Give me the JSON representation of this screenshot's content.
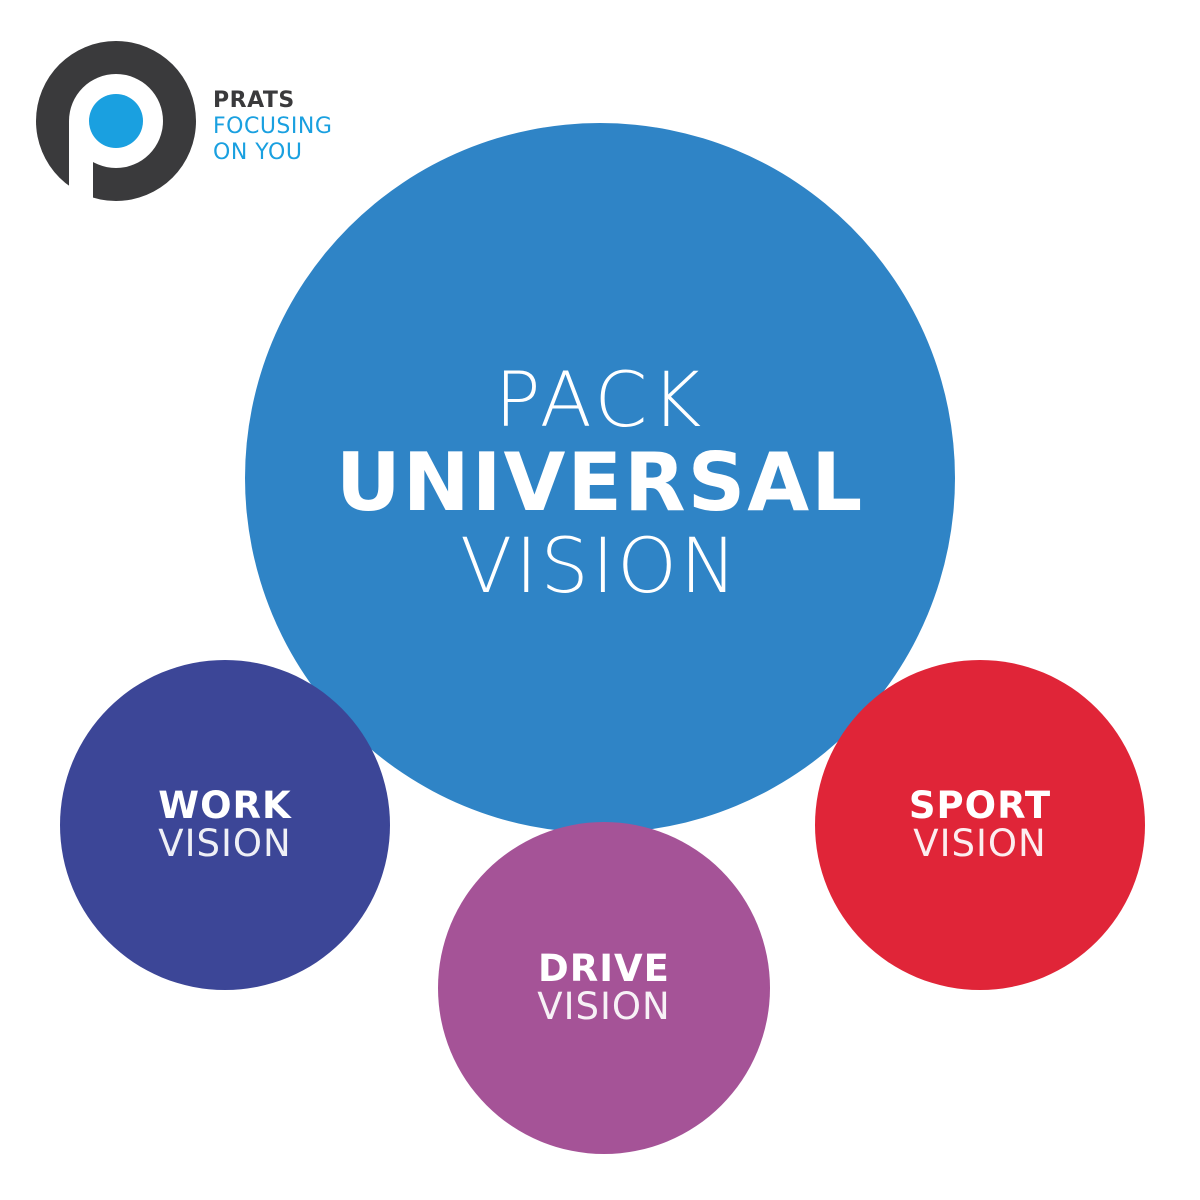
{
  "logo": {
    "brand": "PRATS",
    "tagline_line1": "FOCUSING",
    "tagline_line2": "ON YOU",
    "colors": {
      "ring": "#3a3a3c",
      "dot": "#1aa0e0",
      "tagline": "#1aa0e0"
    }
  },
  "main_circle": {
    "line1": "PACK",
    "line2": "UNIVERSAL",
    "line3": "VISION",
    "color": "#2f84c6"
  },
  "circles": {
    "work": {
      "title": "WORK",
      "subtitle": "VISION",
      "color": "#3c4697"
    },
    "drive": {
      "title": "DRIVE",
      "subtitle": "VISION",
      "color": "#a55397"
    },
    "sport": {
      "title": "SPORT",
      "subtitle": "VISION",
      "color": "#e02538"
    }
  }
}
